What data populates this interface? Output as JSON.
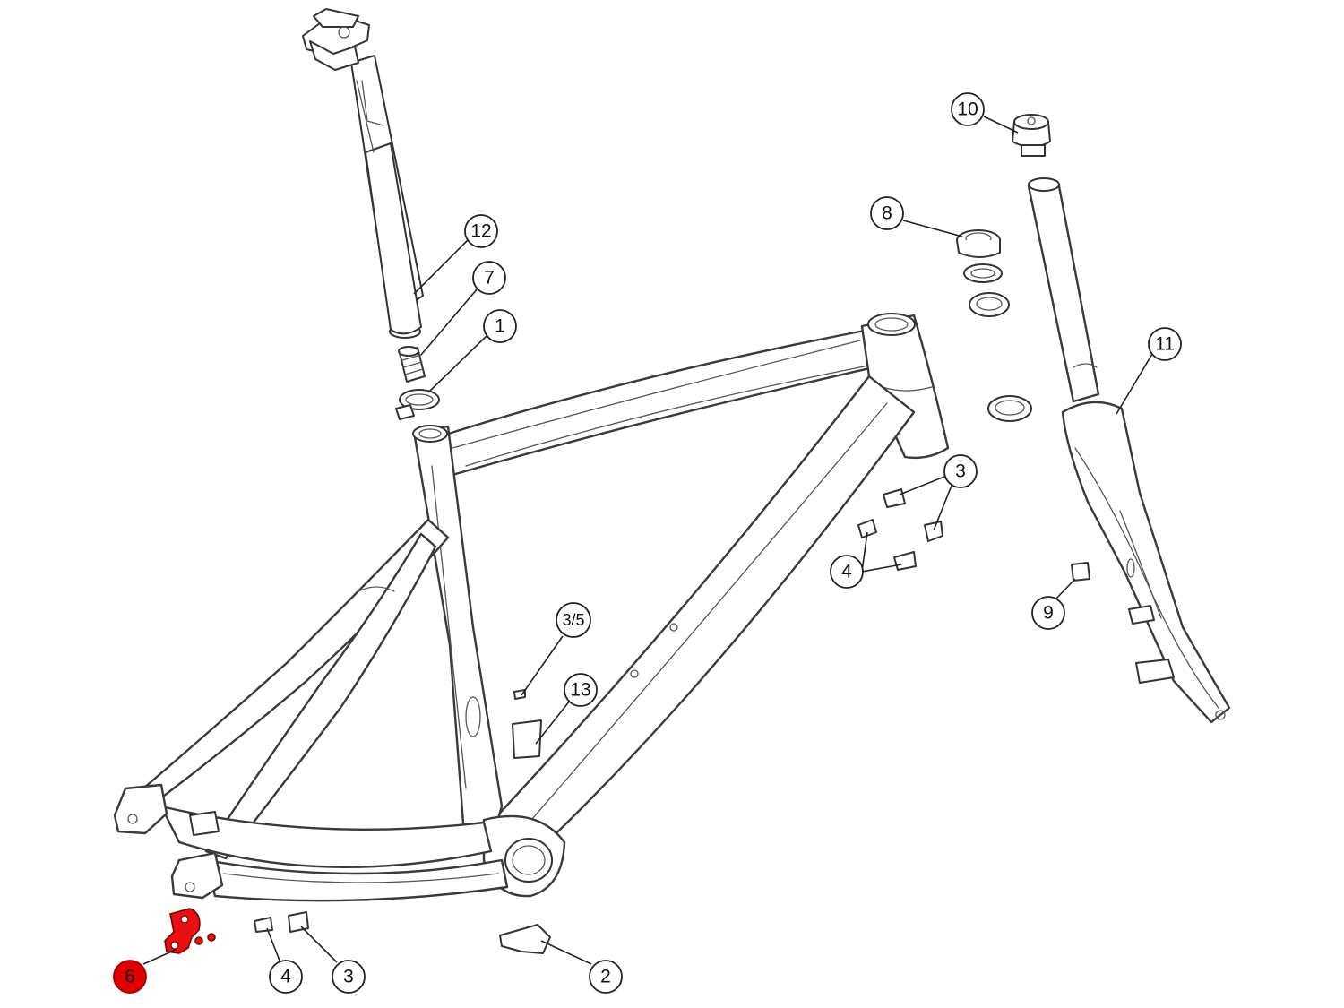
{
  "diagram": {
    "highlight_color": "#e81010",
    "callouts": [
      {
        "id": "c12",
        "label": "12"
      },
      {
        "id": "c7",
        "label": "7"
      },
      {
        "id": "c1",
        "label": "1"
      },
      {
        "id": "c10",
        "label": "10"
      },
      {
        "id": "c8",
        "label": "8"
      },
      {
        "id": "c11",
        "label": "11"
      },
      {
        "id": "c3a",
        "label": "3"
      },
      {
        "id": "c4a",
        "label": "4"
      },
      {
        "id": "c9",
        "label": "9"
      },
      {
        "id": "c35",
        "label": "3/5"
      },
      {
        "id": "c13",
        "label": "13"
      },
      {
        "id": "c6",
        "label": "6",
        "highlighted": true
      },
      {
        "id": "c4b",
        "label": "4"
      },
      {
        "id": "c3b",
        "label": "3"
      },
      {
        "id": "c2",
        "label": "2"
      }
    ]
  }
}
